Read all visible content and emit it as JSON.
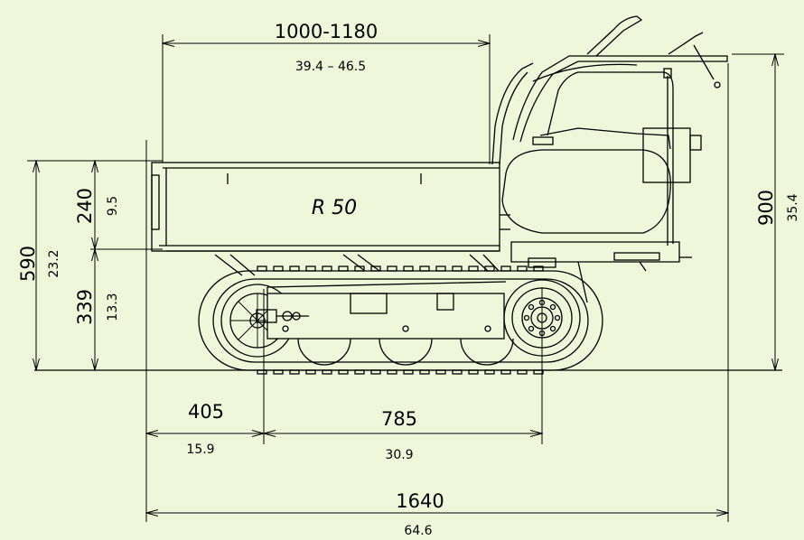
{
  "model_label": "R 50",
  "dimensions": {
    "dump_reach": {
      "mm": "1000-1180",
      "in": "39.4 – 46.5"
    },
    "overall_height": {
      "mm": "590",
      "in": "23.2"
    },
    "bin_height": {
      "mm": "240",
      "in": "9.5"
    },
    "bin_floor_height": {
      "mm": "339",
      "in": "13.3"
    },
    "handle_height": {
      "mm": "900",
      "in": "35.4"
    },
    "front_overhang": {
      "mm": "405",
      "in": "15.9"
    },
    "wheelbase": {
      "mm": "785",
      "in": "30.9"
    },
    "overall_length": {
      "mm": "1640",
      "in": "64.6"
    }
  }
}
